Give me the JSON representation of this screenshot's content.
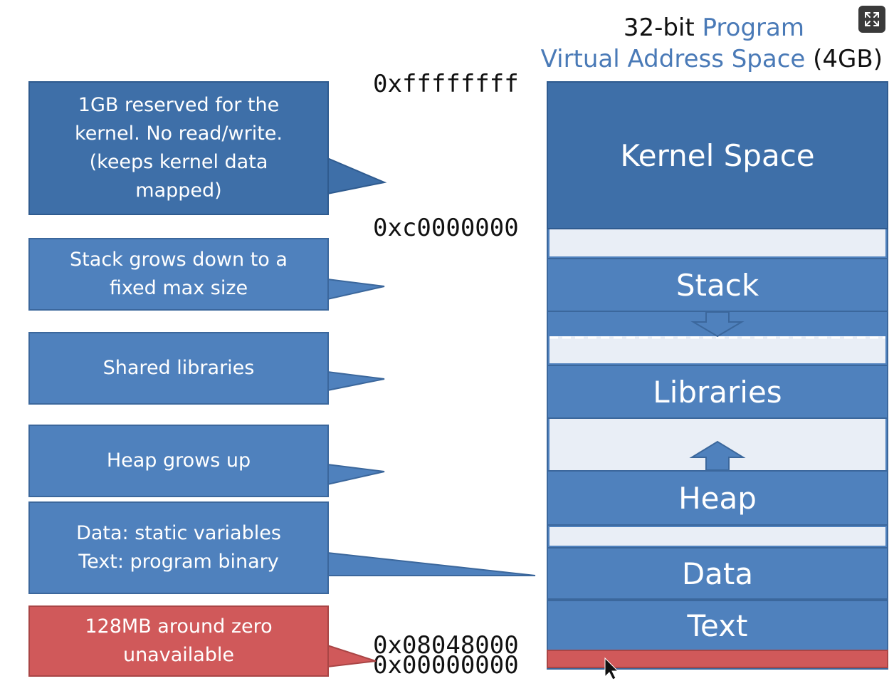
{
  "title": {
    "part1": "32-bit",
    "part2": "Program",
    "part3": "Virtual Address Space",
    "part4": "(4GB)"
  },
  "addresses": {
    "top": "0xffffffff",
    "kernel_start": "0xc0000000",
    "text_start": "0x08048000",
    "zero": "0x00000000"
  },
  "callouts": {
    "kernel": [
      "1GB reserved for the",
      "kernel. No read/write.",
      "(keeps kernel data",
      "mapped)"
    ],
    "stack": [
      "Stack grows down to a",
      "fixed max size"
    ],
    "libraries": [
      "Shared libraries"
    ],
    "heap": [
      "Heap grows up"
    ],
    "data_text": [
      "Data: static variables",
      "Text: program binary"
    ],
    "null": [
      "128MB around zero",
      "unavailable"
    ]
  },
  "segments": {
    "kernel": "Kernel Space",
    "stack": "Stack",
    "libraries": "Libraries",
    "heap": "Heap",
    "data": "Data",
    "text": "Text"
  },
  "colors": {
    "block": "#4f81bd",
    "kernel": "#3e6fa8",
    "unavailable": "#d0595a",
    "free": "#e9eef6"
  },
  "icons": {
    "expand": "expand-icon",
    "cursor": "mouse-pointer-icon"
  }
}
